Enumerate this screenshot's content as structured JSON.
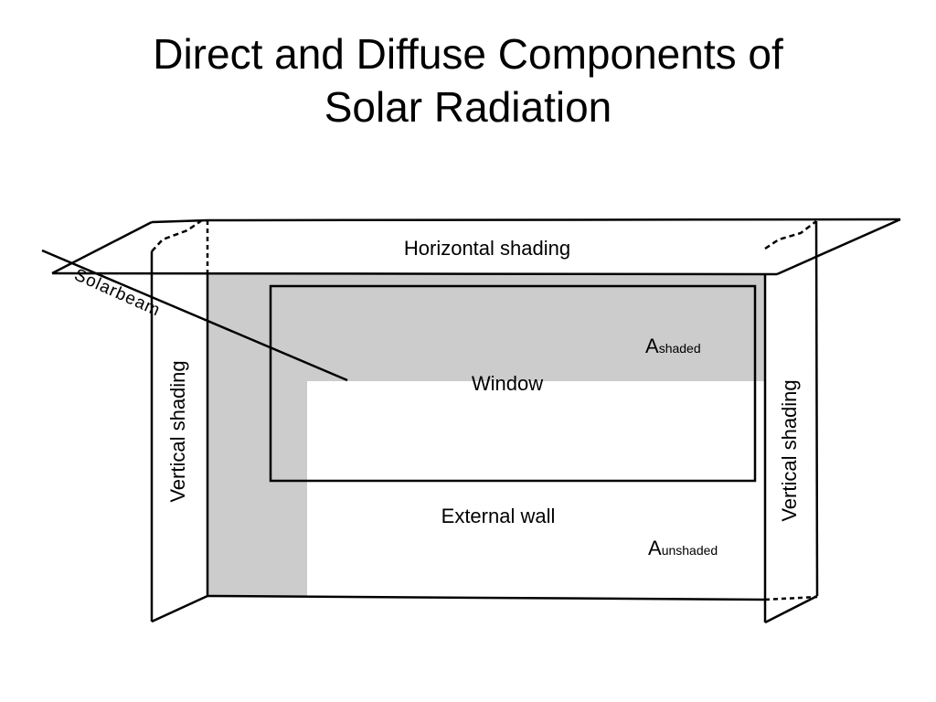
{
  "title": {
    "line1": "Direct and Diffuse Components of",
    "line2": "Solar Radiation"
  },
  "labels": {
    "horizontal_shading": "Horizontal shading",
    "solar_beam": "Solarbeam",
    "vertical_shading_left": "Vertical shading",
    "vertical_shading_right": "Vertical shading",
    "window": "Window",
    "external_wall": "External wall",
    "a_shaded_main": "A",
    "a_shaded_sub": "shaded",
    "a_unshaded_main": "A",
    "a_unshaded_sub": "unshaded"
  },
  "colors": {
    "shade": "#cccccc",
    "line": "#000000"
  }
}
